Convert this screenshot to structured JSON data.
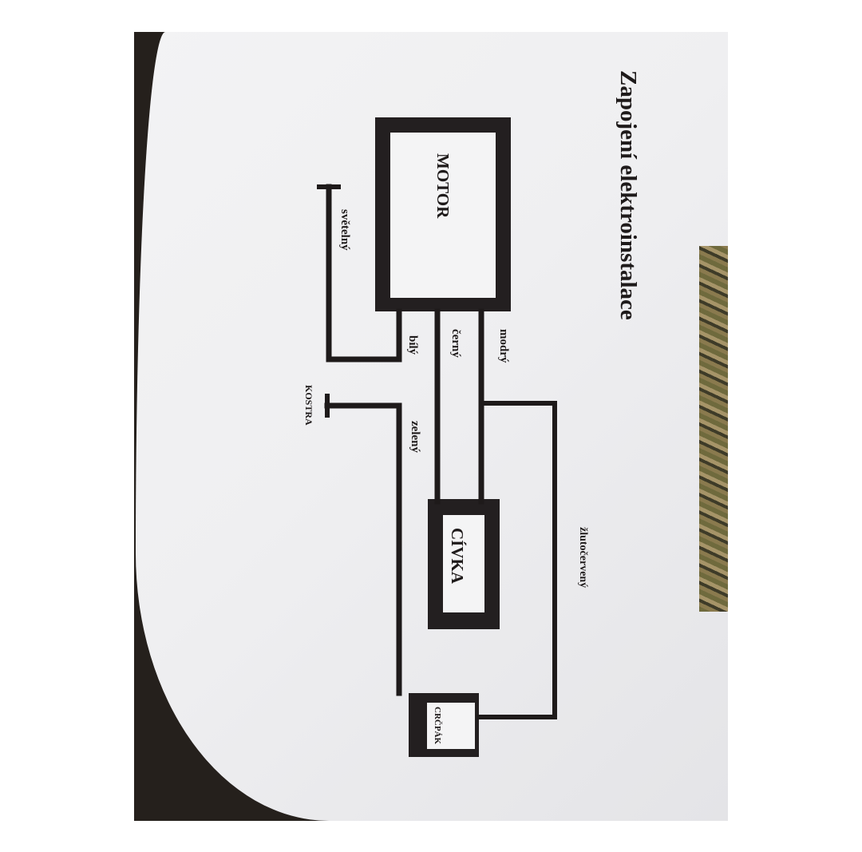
{
  "title": "Zapojení elektroinstalace",
  "components": {
    "motor": "MOTOR",
    "civka": "CÍVKA",
    "cvicpak": "CRČPÁK"
  },
  "wires": {
    "modry": "modrý",
    "cerny": "černý",
    "bily": "bílý",
    "svetelny": "světelný",
    "zeleny": "zelený",
    "kostra": "KOSTRA",
    "zlutocerveny": "žlutočervený"
  },
  "colors": {
    "ink": "#1e1a1a",
    "paper": "#f3f3f4"
  }
}
